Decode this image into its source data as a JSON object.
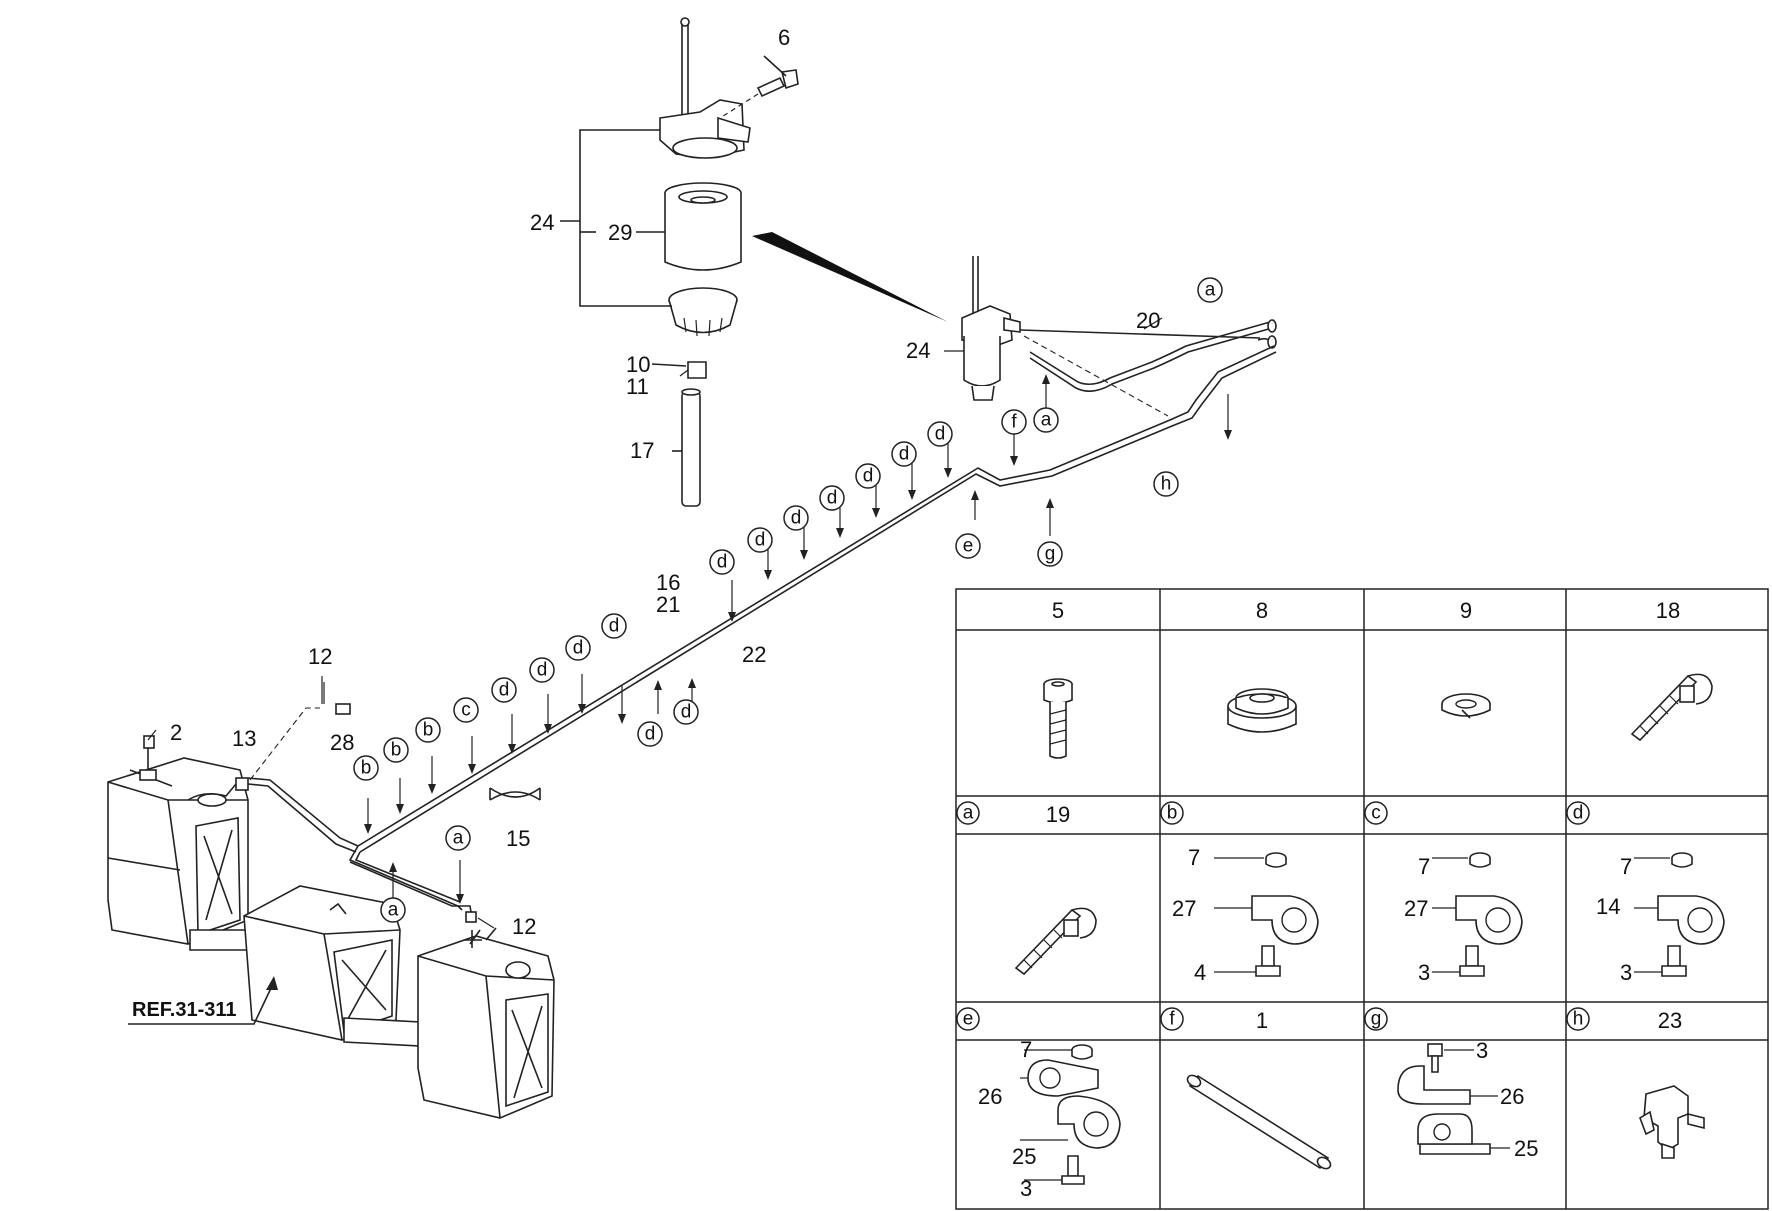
{
  "diagram": {
    "part_numbers": {
      "p24_left": "24",
      "p29": "29",
      "p6": "6",
      "p10": "10",
      "p11": "11",
      "p17": "17",
      "p24_right": "24",
      "p20": "20",
      "p16": "16",
      "p21": "21",
      "p22": "22",
      "p12_top": "12",
      "p28": "28",
      "p2": "2",
      "p13": "13",
      "p15": "15",
      "p12_bottom": "12"
    },
    "callouts": {
      "a": "a",
      "b": "b",
      "c": "c",
      "d": "d",
      "e": "e",
      "f": "f",
      "g": "g",
      "h": "h"
    },
    "reference": "REF.31-311"
  },
  "legend_table": {
    "headers": [
      "5",
      "8",
      "9",
      "18"
    ],
    "row2": {
      "a": {
        "letter": "a",
        "number": "19"
      },
      "b": {
        "letter": "b",
        "number": ""
      },
      "c": {
        "letter": "c",
        "number": ""
      },
      "d": {
        "letter": "d",
        "number": ""
      }
    },
    "row3": {
      "e": {
        "letter": "e",
        "number": ""
      },
      "f": {
        "letter": "f",
        "number": "1"
      },
      "g": {
        "letter": "g",
        "number": ""
      },
      "h": {
        "letter": "h",
        "number": "23"
      }
    },
    "cell_labels": {
      "b": {
        "nut": "7",
        "clip": "27",
        "bolt": "4"
      },
      "c": {
        "nut": "7",
        "clip": "27",
        "bolt": "3"
      },
      "d": {
        "nut": "7",
        "clip": "14",
        "bolt": "3"
      },
      "e": {
        "nut": "7",
        "clip_top": "26",
        "clip_bottom": "25",
        "bolt": "3"
      },
      "g": {
        "bolt": "3",
        "clip_top": "26",
        "clip_bottom": "25"
      }
    }
  }
}
